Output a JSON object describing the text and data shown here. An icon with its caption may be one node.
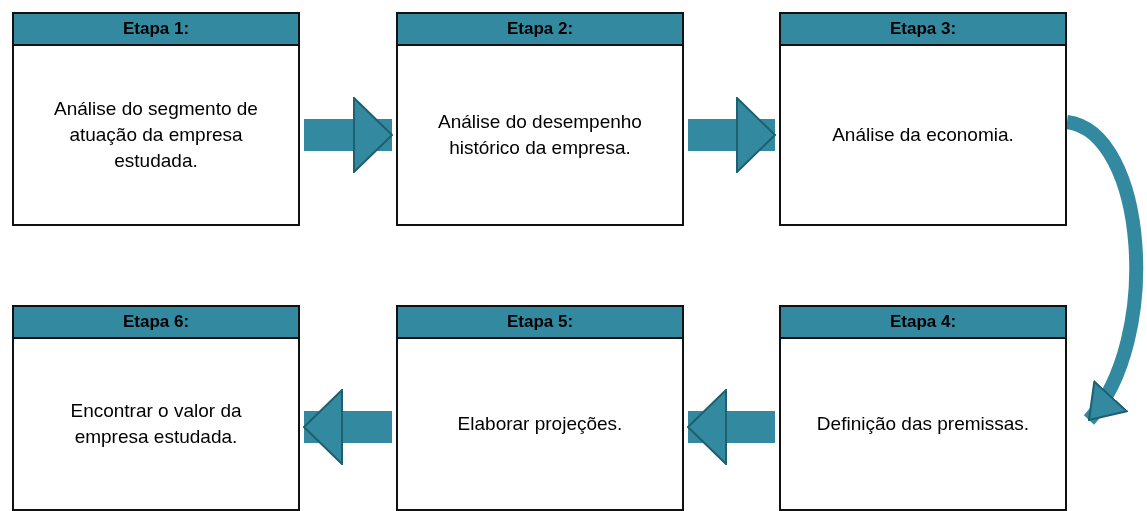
{
  "diagram": {
    "nodes": [
      {
        "text": [
          "Etapa 1:",
          "Análise do segmento de atuação da empresa estudada."
        ]
      },
      {
        "text": [
          "Etapa 2:",
          "Análise do desempenho histórico da empresa."
        ]
      },
      {
        "text": [
          "Etapa 3:",
          "Análise da economia."
        ]
      },
      {
        "text": [
          "Etapa 4:",
          "Definição das premissas."
        ]
      },
      {
        "text": [
          "Etapa 5:",
          "Elaborar projeções."
        ]
      },
      {
        "text": [
          "Etapa 6:",
          "Encontrar o valor da empresa estudada."
        ]
      }
    ],
    "edges": [
      {
        "from": 0,
        "to": 1,
        "arrow": "to"
      },
      {
        "from": 1,
        "to": 2,
        "arrow": "to"
      },
      {
        "from": 2,
        "to": 3,
        "arrow": "to"
      },
      {
        "from": 3,
        "to": 4,
        "arrow": "to"
      },
      {
        "from": 4,
        "to": 5,
        "arrow": "to"
      }
    ]
  }
}
